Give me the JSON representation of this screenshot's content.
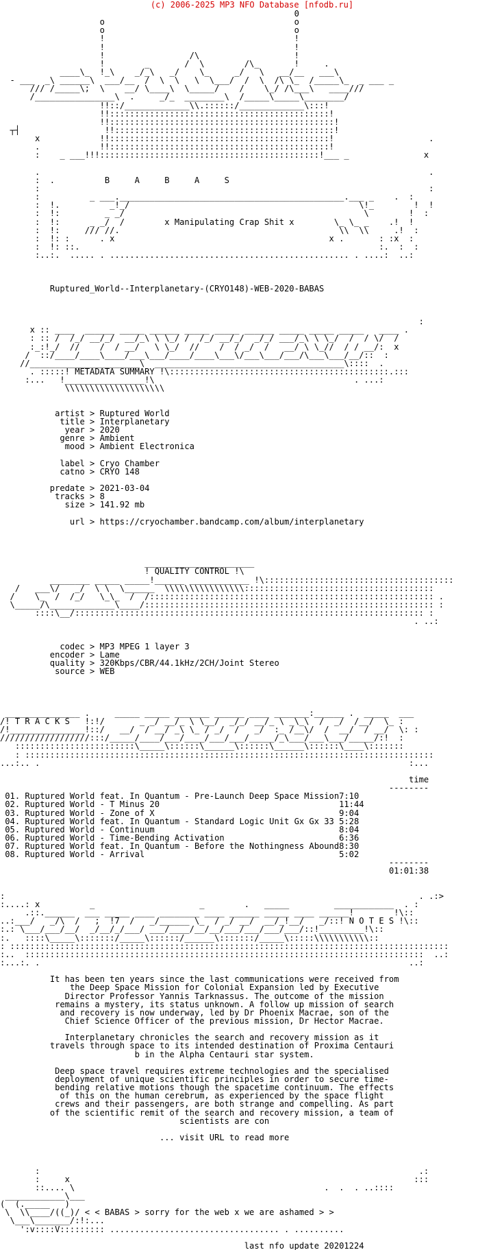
{
  "header": {
    "copyright": "(c) 2006-2025 MP3 NFO Database [nfodb.ru]"
  },
  "colors": {
    "header_text": "#d40000",
    "body_text": "#000000",
    "background": "#ffffff"
  },
  "nfo": {
    "logo_letters": "B     A     B     A     S",
    "tagline": "x Manipulating Crap Shit x",
    "release_name": "Ruptured_World--Interplanetary-(CRYO148)-WEB-2020-BABAS",
    "metadata_title": "METADATA SUMMARY",
    "metadata": {
      "artist": "Ruptured World",
      "title": "Interplanetary",
      "year": "2020",
      "genre": "Ambient",
      "mood": "Ambient Electronica",
      "label": "Cryo Chamber",
      "catno": "CRYO 148",
      "predate": "2021-03-04",
      "tracks": "8",
      "size": "141.92 mb",
      "url": "https://cryochamber.bandcamp.com/album/interplanetary"
    },
    "quality_title": "QUALITY CONTROL",
    "quality": {
      "codec": "MP3 MPEG 1 layer 3",
      "encoder": "Lame",
      "quality": "320Kbps/CBR/44.1kHz/2CH/Joint Stereo",
      "source": "WEB"
    },
    "tracks_title": "T R A C K S",
    "time_header": "time",
    "track_list": [
      {
        "num": "01.",
        "title": "Ruptured World feat. In Quantum - Pre-Launch Deep Space Mission",
        "time": "7:10"
      },
      {
        "num": "02.",
        "title": "Ruptured World - T Minus 20",
        "time": "11:44"
      },
      {
        "num": "03.",
        "title": "Ruptured World - Zone of X",
        "time": "9:04"
      },
      {
        "num": "04.",
        "title": "Ruptured World feat. In Quantum - Standard Logic Unit Gx Gx 33",
        "time": "5:28"
      },
      {
        "num": "05.",
        "title": "Ruptured World - Continuum",
        "time": "8:04"
      },
      {
        "num": "06.",
        "title": "Ruptured World - Time-Bending Activation",
        "time": "6:36"
      },
      {
        "num": "07.",
        "title": "Ruptured World feat. In Quantum - Before the Nothingness Abound",
        "time": "8:30"
      },
      {
        "num": "08.",
        "title": "Ruptured World - Arrival",
        "time": "5:02"
      }
    ],
    "total_time": "01:01:38",
    "notes_title": "N O T E S",
    "notes_paragraphs": [
      [
        "It has been ten years since the last communications were received from",
        "the Deep Space Mission for Colonial Expansion led by Executive",
        "Director Professor Yannis Tarknassus. The outcome of the mission",
        "remains a mystery, its status unknown. A follow up mission of search",
        "and recovery is now underway, led by Dr Phoenix Macrae, son of the",
        "Chief Science Officer of the previous mission, Dr Hector Macrae."
      ],
      [
        "Interplanetary chronicles the search and recovery mission as it",
        "travels through space to its intended destination of Proxima Centauri",
        "b in the Alpha Centauri star system."
      ],
      [
        "Deep space travel requires extreme technologies and the specialised",
        "deployment of unique scientific principles in order to secure time-",
        "bending relative motions though the spacetime continuum. The effects",
        "of this on the human cerebrum, as experienced by the space flight",
        "crews and their passengers, are both strange and compelling. As part",
        "of the scientific remit of the search and recovery mission, a team of",
        "scientists are con"
      ]
    ],
    "read_more": "... visit URL to read more",
    "footer_message": "< < BABAS > sorry for the web x we are ashamed > >",
    "last_update": "last nfo update 20201224"
  }
}
